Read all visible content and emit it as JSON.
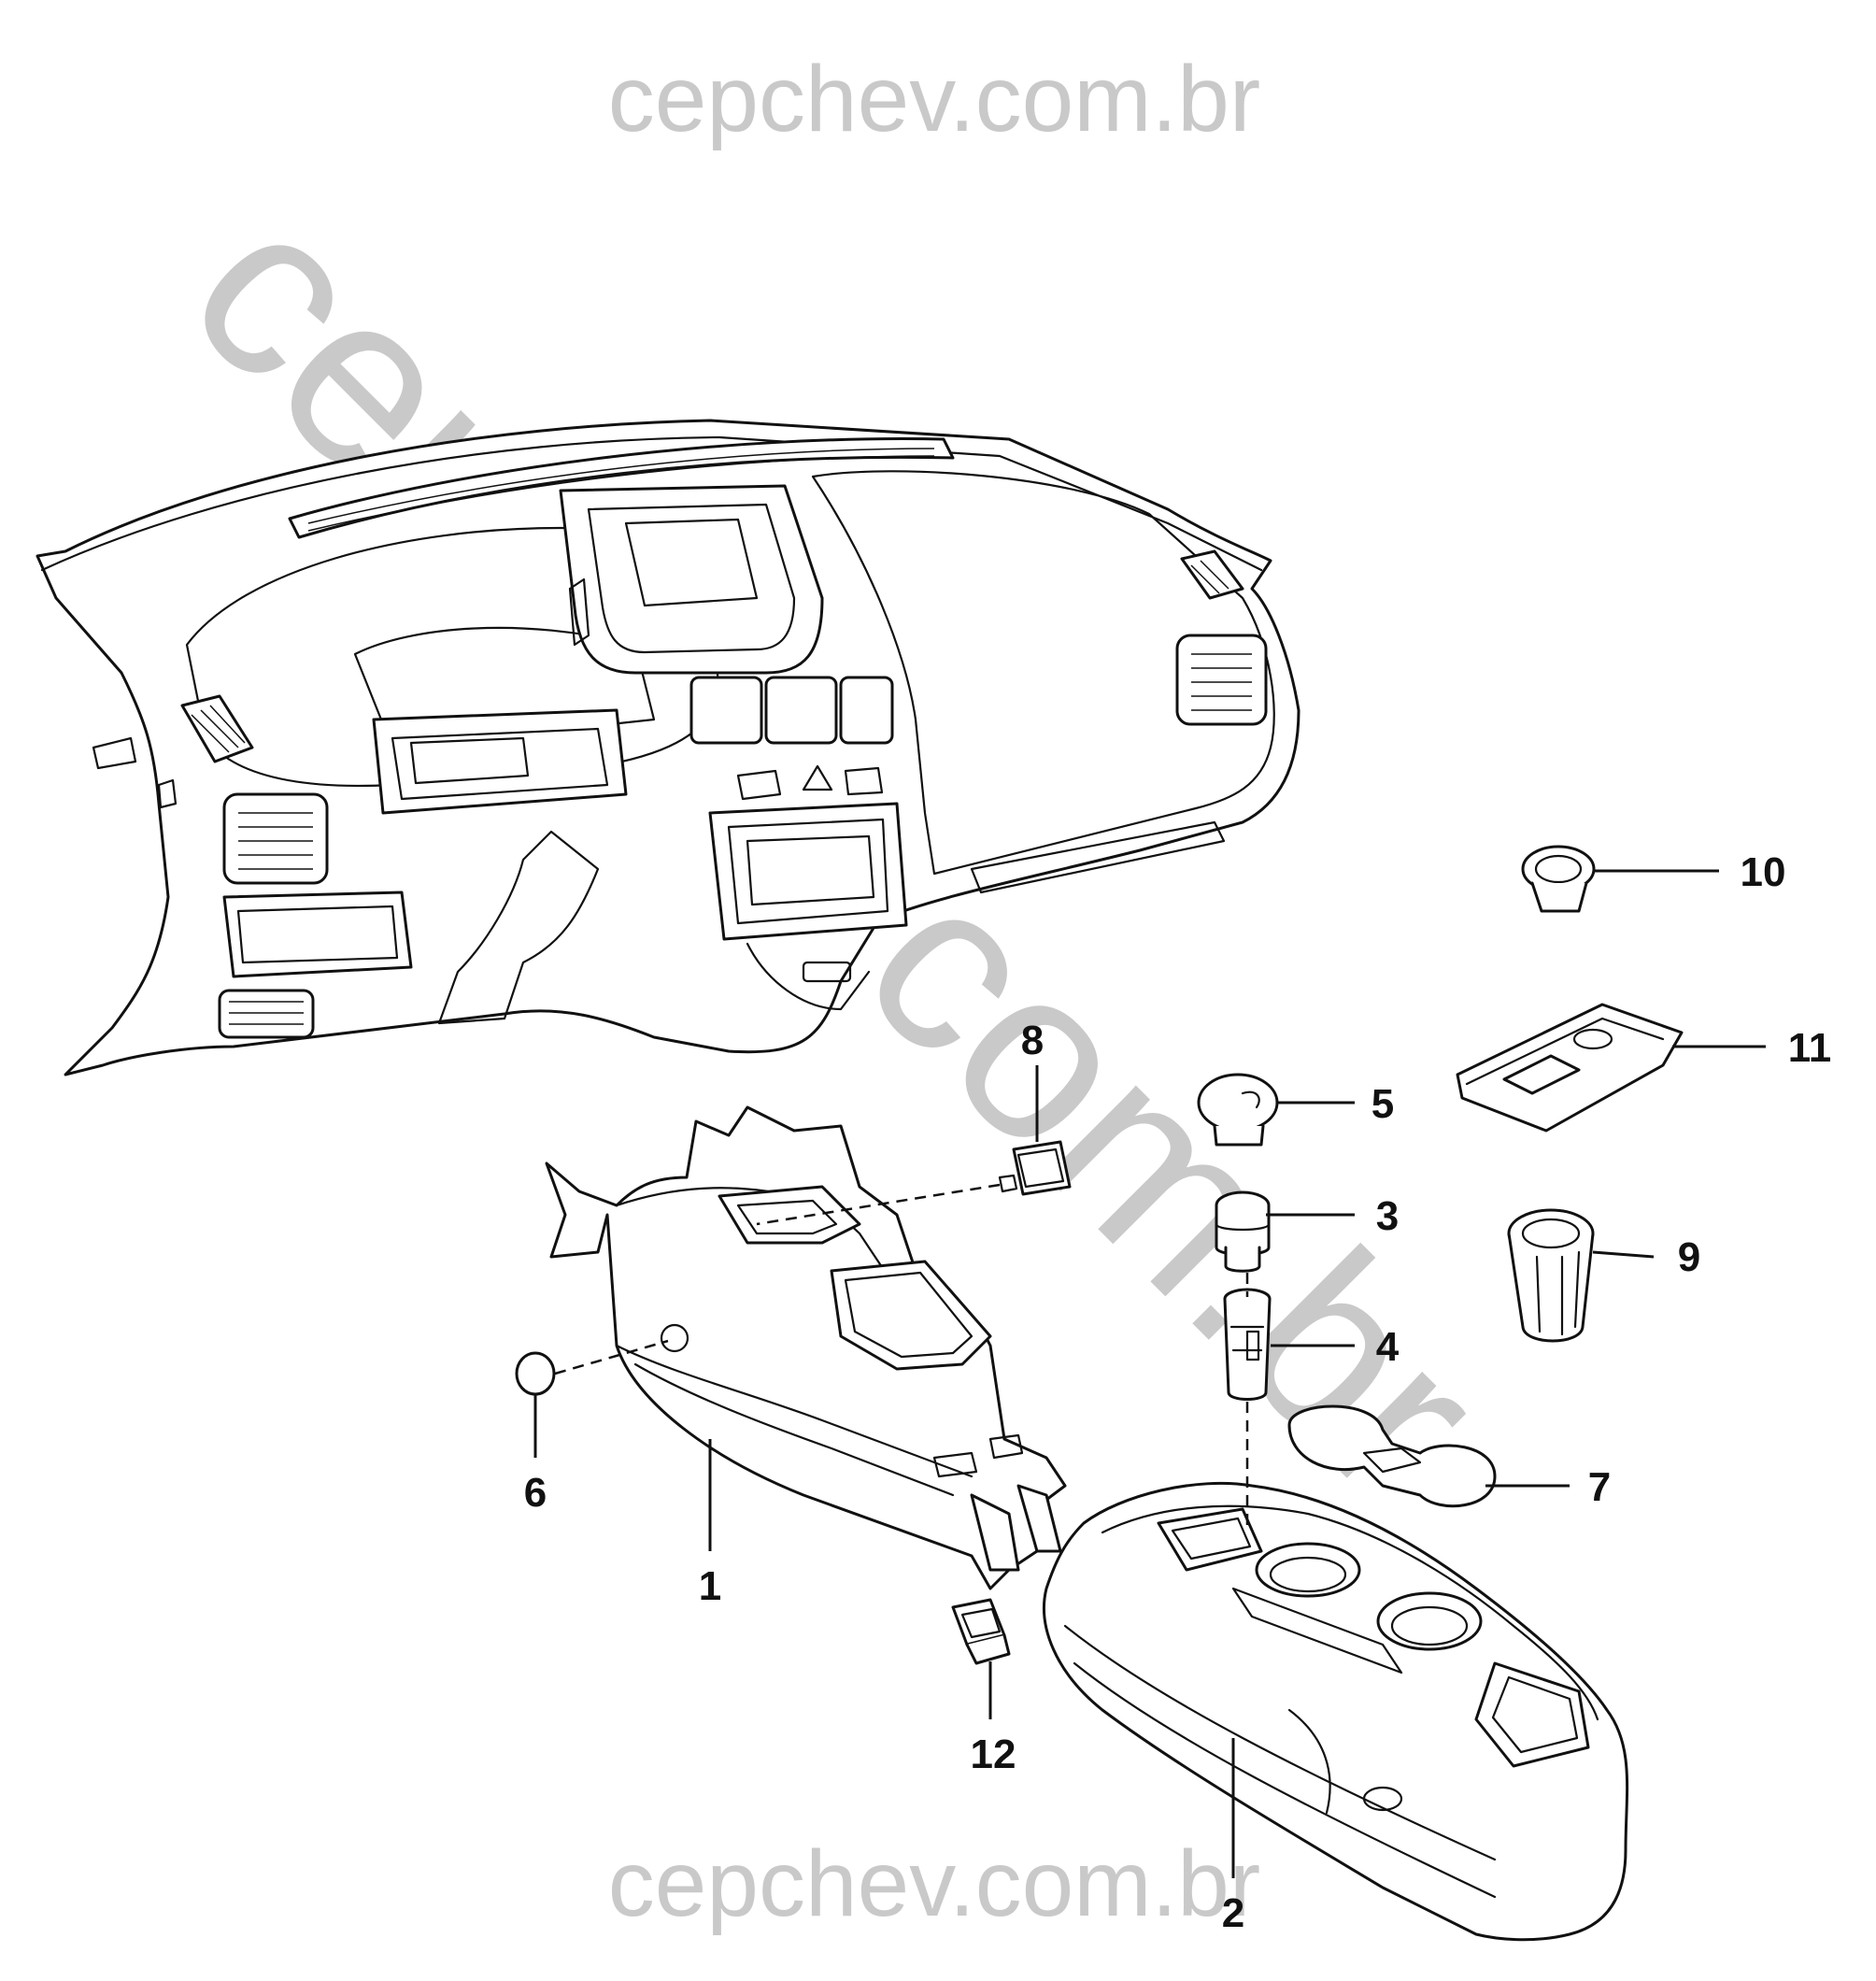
{
  "watermark": {
    "top": "cepchev.com.br",
    "bottom": "cepchev.com.br",
    "diagonal": "cepchev.com.br"
  },
  "callouts": [
    "1",
    "2",
    "3",
    "4",
    "5",
    "6",
    "7",
    "8",
    "9",
    "10",
    "11",
    "12"
  ]
}
